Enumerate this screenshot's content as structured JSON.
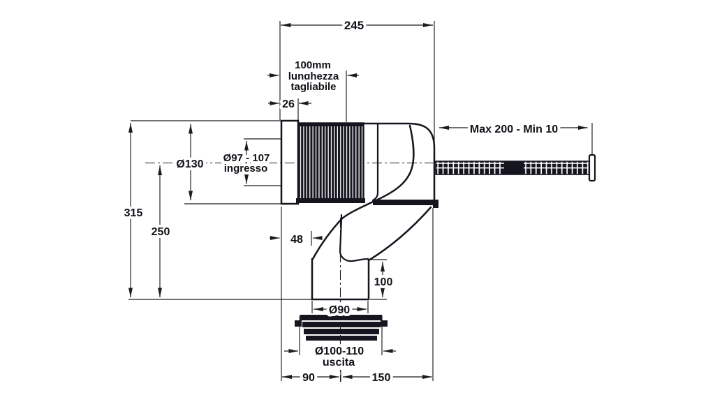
{
  "drawing": {
    "title_hint": "WC pan connector technical drawing",
    "overall_width": "245",
    "cut_length_line1": "100mm",
    "cut_length_line2": "lunghezza",
    "cut_length_line3": "tagliabile",
    "flange_thickness": "26",
    "rod_range": "Max 200 - Min 10",
    "flange_diameter": "Ø130",
    "inlet_diameter": "Ø97 - 107",
    "inlet_label": "ingresso",
    "overall_height": "315",
    "centre_height": "250",
    "offset_48": "48",
    "outlet_height": "100",
    "outlet_pipe_diameter": "Ø90",
    "outlet_seal_diameter": "Ø100-110",
    "outlet_label": "uscita",
    "bottom_left_span": "90",
    "bottom_right_span": "150"
  },
  "colors": {
    "line": "#1c1c1c",
    "part_dark": "#15151f",
    "background": "#ffffff"
  }
}
